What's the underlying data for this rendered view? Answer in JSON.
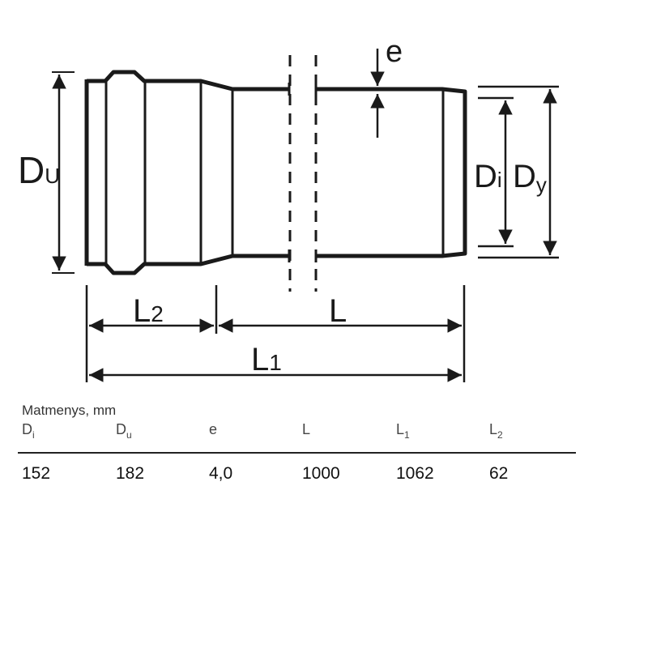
{
  "diagram": {
    "labels": {
      "du_main": "D",
      "du_sub": "U",
      "e": "e",
      "di_main": "D",
      "di_sub": "i",
      "dy_main": "D",
      "dy_sub": "y",
      "l2_main": "L",
      "l2_sub": "2",
      "l_main": "L",
      "l1_main": "L",
      "l1_sub": "1"
    },
    "stroke_color": "#1a1a1a"
  },
  "table": {
    "title": "Matmenys, mm",
    "headers": [
      {
        "main": "D",
        "sub": "i"
      },
      {
        "main": "D",
        "sub": "u"
      },
      {
        "main": "e",
        "sub": ""
      },
      {
        "main": "L",
        "sub": ""
      },
      {
        "main": "L",
        "sub": "1"
      },
      {
        "main": "L",
        "sub": "2"
      }
    ],
    "rows": [
      [
        "152",
        "182",
        "4,0",
        "1000",
        "1062",
        "62"
      ]
    ]
  }
}
